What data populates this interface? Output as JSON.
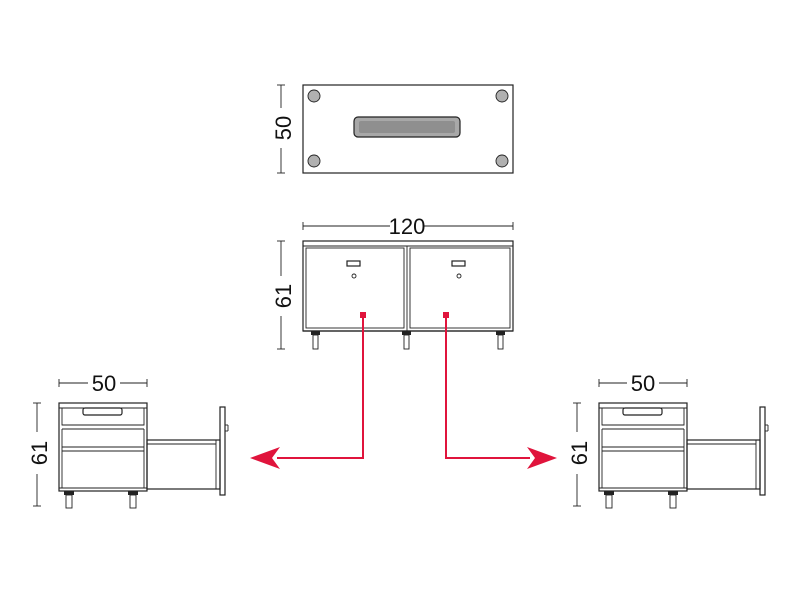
{
  "dimensions": {
    "top_view_depth": "50",
    "front_width": "120",
    "front_height": "61",
    "left_side_depth": "50",
    "left_side_height": "61",
    "right_side_depth": "50",
    "right_side_height": "61"
  },
  "colors": {
    "line": "#222222",
    "arrow": "#e0143c",
    "handle_fill": "#a8a8a8",
    "foot_fill": "#b0b0b0"
  },
  "icons": {
    "arrow_left": "arrow-left-icon",
    "arrow_right": "arrow-right-icon"
  }
}
